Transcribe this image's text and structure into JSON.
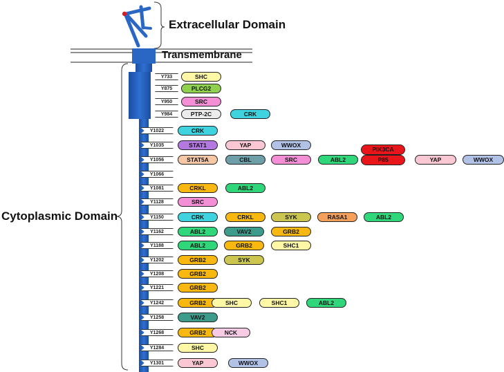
{
  "labels": {
    "extracellular": "Extracellular Domain",
    "transmembrane": "Transmembrane",
    "cytoplasmic": "Cytoplasmic Domain"
  },
  "colors": {
    "SHC": "#fdf7a6",
    "SHC1": "#fdf7a6",
    "PLCG2": "#8fd14f",
    "SRC": "#f48fd6",
    "PTP-2C": "#ececec",
    "CRK": "#3ed3df",
    "STAT1": "#b479e0",
    "YAP": "#fbc7d2",
    "WWOX": "#b2c1e6",
    "PIK3CA": "#e8161b",
    "P85": "#e8161b",
    "STAT5A": "#f8c8a6",
    "CBL": "#6e9ea8",
    "ABL2": "#2fd67a",
    "CRKL": "#f8b810",
    "SYK": "#cbc650",
    "RASA1": "#f5a05a",
    "VAV2": "#3d9b8c",
    "GRB2": "#f8b810",
    "NCK": "#f8cbe5",
    "membrane": "#2a66c4",
    "receptor": "#1f5fbf"
  },
  "sites": [
    {
      "site": "Y733",
      "partners": [
        "SHC"
      ]
    },
    {
      "site": "Y875",
      "partners": [
        "PLCG2"
      ]
    },
    {
      "site": "Y950",
      "partners": [
        "SRC"
      ]
    },
    {
      "site": "Y984",
      "partners": [
        "PTP-2C",
        "CRK"
      ]
    },
    {
      "site": "Y1022",
      "partners": [
        "CRK"
      ]
    },
    {
      "site": "Y1035",
      "partners": [
        "STAT1",
        "YAP",
        "WWOX"
      ]
    },
    {
      "site": "Y1056",
      "partners": [
        "STAT5A",
        "CBL",
        "SRC",
        "ABL2",
        "PIK3CA",
        "P85",
        "YAP",
        "WWOX"
      ]
    },
    {
      "site": "Y1066",
      "partners": []
    },
    {
      "site": "Y1081",
      "partners": [
        "CRKL",
        "ABL2"
      ]
    },
    {
      "site": "Y1128",
      "partners": [
        "SRC"
      ]
    },
    {
      "site": "Y1150",
      "partners": [
        "CRK",
        "CRKL",
        "SYK",
        "RASA1",
        "ABL2"
      ]
    },
    {
      "site": "Y1162",
      "partners": [
        "ABL2",
        "VAV2",
        "GRB2"
      ]
    },
    {
      "site": "Y1188",
      "partners": [
        "ABL2",
        "GRB2",
        "SHC1"
      ]
    },
    {
      "site": "Y1202",
      "partners": [
        "GRB2",
        "SYK"
      ]
    },
    {
      "site": "Y1208",
      "partners": [
        "GRB2"
      ]
    },
    {
      "site": "Y1221",
      "partners": [
        "GRB2"
      ]
    },
    {
      "site": "Y1242",
      "partners": [
        "GRB2",
        "SHC",
        "SHC1",
        "ABL2"
      ]
    },
    {
      "site": "Y1258",
      "partners": [
        "VAV2"
      ]
    },
    {
      "site": "Y1268",
      "partners": [
        "GRB2",
        "NCK"
      ]
    },
    {
      "site": "Y1284",
      "partners": [
        "SHC"
      ]
    },
    {
      "site": "Y1301",
      "partners": [
        "YAP",
        "WWOX"
      ]
    }
  ]
}
